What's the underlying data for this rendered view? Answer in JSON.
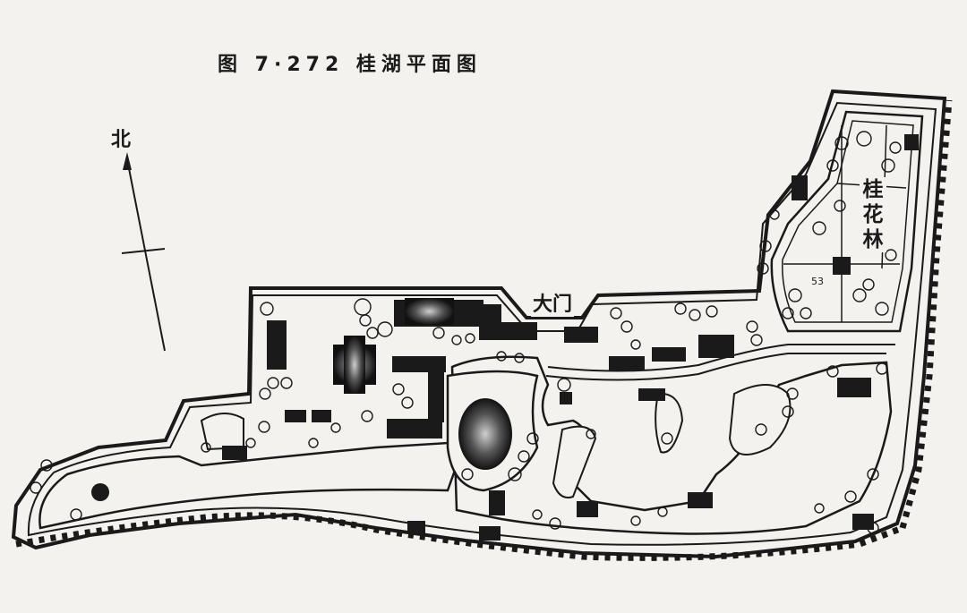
{
  "caption": "图 7·272 桂湖平面图",
  "north_label": "北",
  "gate_label": "大门",
  "grove_label": "桂花林",
  "grove_code": "53",
  "colors": {
    "paper": "#f4f2ee",
    "ink": "#1a1a1a",
    "water": "#f4f2ee"
  }
}
